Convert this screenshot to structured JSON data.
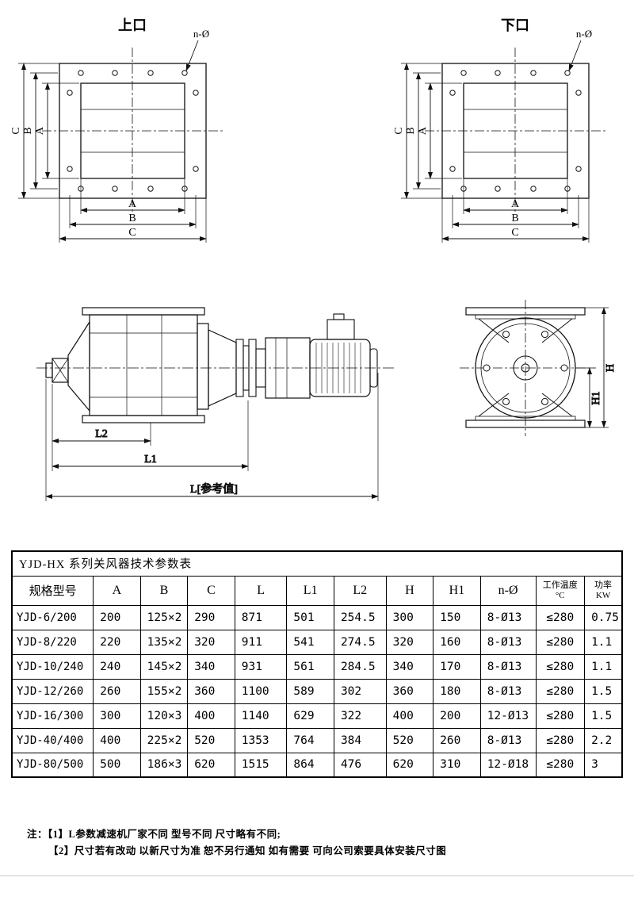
{
  "drawings": {
    "top_left_flange": {
      "title": "上口",
      "hole_callout": "n-Ø",
      "dims": {
        "a": "A",
        "b": "B",
        "c": "C"
      }
    },
    "top_right_flange": {
      "title": "下口",
      "hole_callout": "n-Ø",
      "dims": {
        "a": "A",
        "b": "B",
        "c": "C"
      }
    },
    "side_view": {
      "dims": {
        "l2": "L2",
        "l1": "L1",
        "l_ref": "L[参考值]"
      }
    },
    "end_view": {
      "dims": {
        "h": "H",
        "h1": "H1"
      }
    }
  },
  "table": {
    "title": "YJD-HX 系列关风器技术参数表",
    "headers": [
      "规格型号",
      "A",
      "B",
      "C",
      "L",
      "L1",
      "L2",
      "H",
      "H1",
      "n-Ø"
    ],
    "header_temp": {
      "line1": "工作温度",
      "line2": "°C"
    },
    "header_power": {
      "line1": "功率",
      "line2": "KW"
    },
    "rows": [
      [
        "YJD-6/200",
        "200",
        "125×2",
        "290",
        "871",
        "501",
        "254.5",
        "300",
        "150",
        "8-Ø13",
        "≤280",
        "0.75"
      ],
      [
        "YJD-8/220",
        "220",
        "135×2",
        "320",
        "911",
        "541",
        "274.5",
        "320",
        "160",
        "8-Ø13",
        "≤280",
        "1.1"
      ],
      [
        "YJD-10/240",
        "240",
        "145×2",
        "340",
        "931",
        "561",
        "284.5",
        "340",
        "170",
        "8-Ø13",
        "≤280",
        "1.1"
      ],
      [
        "YJD-12/260",
        "260",
        "155×2",
        "360",
        "1100",
        "589",
        "302",
        "360",
        "180",
        "8-Ø13",
        "≤280",
        "1.5"
      ],
      [
        "YJD-16/300",
        "300",
        "120×3",
        "400",
        "1140",
        "629",
        "322",
        "400",
        "200",
        "12-Ø13",
        "≤280",
        "1.5"
      ],
      [
        "YJD-40/400",
        "400",
        "225×2",
        "520",
        "1353",
        "764",
        "384",
        "520",
        "260",
        "8-Ø13",
        "≤280",
        "2.2"
      ],
      [
        "YJD-80/500",
        "500",
        "186×3",
        "620",
        "1515",
        "864",
        "476",
        "620",
        "310",
        "12-Ø18",
        "≤280",
        "3"
      ]
    ]
  },
  "notes": {
    "line1": "注：【1】L参数减速机厂家不同 型号不同 尺寸略有不同;",
    "line2": "【2】尺寸若有改动 以新尺寸为准 恕不另行通知 如有需要 可向公司索要具体安装尺寸图"
  }
}
